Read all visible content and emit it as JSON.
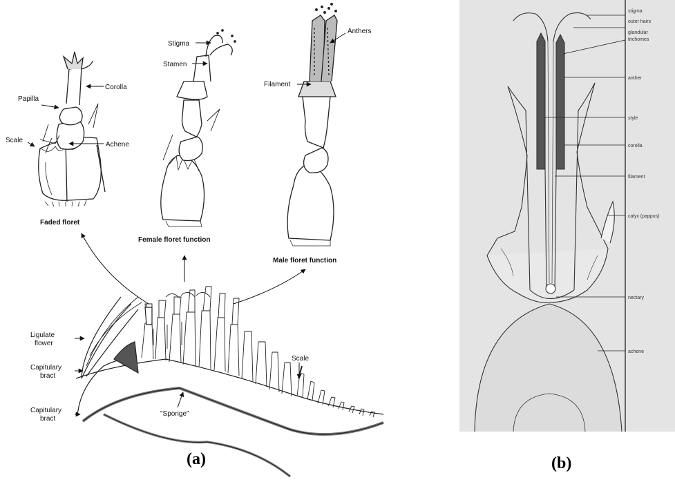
{
  "panel_a": {
    "tag": "(a)",
    "floret_captions": {
      "faded": "Faded floret",
      "female": "Female floret function",
      "male": "Male floret function"
    },
    "labels": {
      "corolla": "Corolla",
      "papilla": "Papilla",
      "scale_top": "Scale",
      "achene": "Achene",
      "stigma": "Stigma",
      "stamen": "Stamen",
      "anthers": "Anthers",
      "filament": "Filament",
      "ligulate_line1": "Ligulate",
      "ligulate_line2": "flower",
      "capitulary1_line1": "Capitulary",
      "capitulary1_line2": "bract",
      "capitulary2_line1": "Capitulary",
      "capitulary2_line2": "bract",
      "scale_bottom": "Scale",
      "sponge": "\"Sponge\""
    }
  },
  "panel_b": {
    "tag": "(b)",
    "labels": {
      "stigma": "stigma",
      "outer_hairs": "outer hairs",
      "glandular_line1": "glandular",
      "glandular_line2": "trichomes",
      "anther": "anther",
      "style": "style",
      "corolla": "corolla",
      "filament": "filament",
      "calyx": "calyx (pappus)",
      "nectary": "nectary",
      "achene": "achene"
    }
  }
}
